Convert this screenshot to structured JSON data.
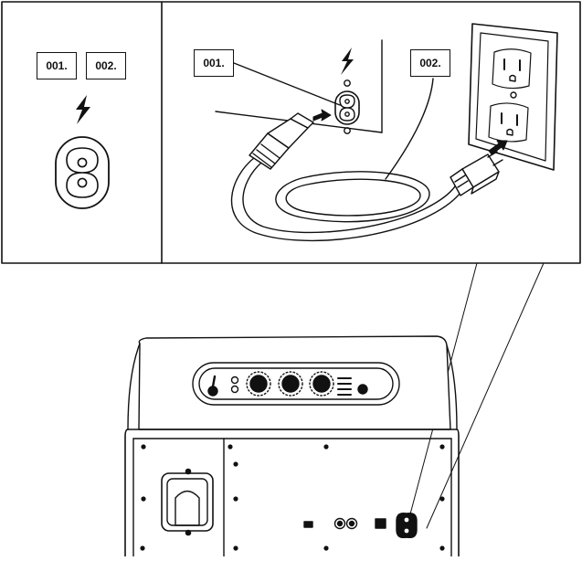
{
  "left_panel": {
    "label_a": "001.",
    "label_b": "002.",
    "icon": "lightning-bolt-icon",
    "socket_icon": "figure-eight-power-inlet-icon"
  },
  "right_panel": {
    "callout_a": "001.",
    "callout_b": "002.",
    "icon": "lightning-bolt-icon",
    "inlet_icon": "figure-eight-power-inlet-icon",
    "outlet_icon": "duplex-wall-outlet-icon",
    "cable_icon": "power-cable-icon"
  },
  "device": {
    "icon": "speaker-rear-panel-icon"
  }
}
